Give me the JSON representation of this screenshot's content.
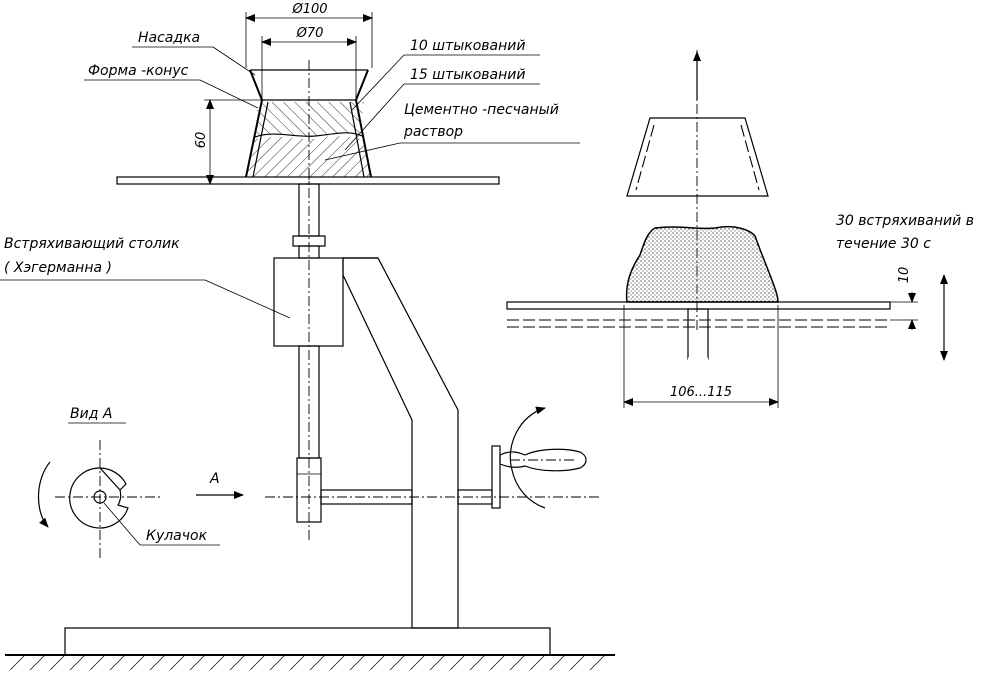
{
  "labels": {
    "nasadka": "Насадка",
    "forma_konus": "Форма -конус",
    "shtykovanii_10": "10  штыкований",
    "shtykovanii_15": "15  штыкований",
    "rastvor_line1": "Цементно -песчаный",
    "rastvor_line2": "раствор",
    "stolik_line1": "Встряхивающий столик",
    "stolik_line2": "( Хэгерманна )",
    "vid_a": "Вид  А",
    "arrow_a": "А",
    "kulachok": "Кулачок",
    "shakes_line1": "30  встряхиваний в",
    "shakes_line2": "течение  30  с"
  },
  "dimensions": {
    "d100": "Ø100",
    "d70": "Ø70",
    "h60": "60",
    "drop10": "10",
    "spread": "106...115"
  }
}
